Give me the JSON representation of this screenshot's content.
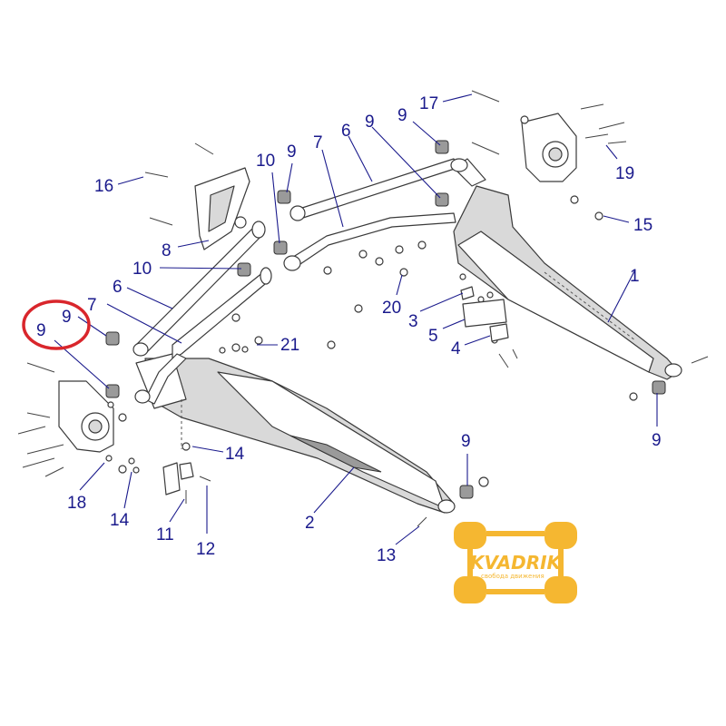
{
  "diagram": {
    "callouts": {
      "c1": "1",
      "c2": "2",
      "c3": "3",
      "c4": "4",
      "c5": "5",
      "c6a": "6",
      "c6b": "6",
      "c7a": "7",
      "c7b": "7",
      "c8": "8",
      "c9a": "9",
      "c9b": "9",
      "c9c": "9",
      "c9d": "9",
      "c9e": "9",
      "c9f": "9",
      "c10a": "10",
      "c10b": "10",
      "c11": "11",
      "c12": "12",
      "c13": "13",
      "c14a": "14",
      "c14b": "14",
      "c15": "15",
      "c16": "16",
      "c17": "17",
      "c18": "18",
      "c19": "19",
      "c20": "20",
      "c21": "21"
    },
    "highlight_color": "#d9262c",
    "callout_color": "#1a1a8c"
  },
  "watermark": {
    "brand": "KVADRIK",
    "tagline": "свобода движения",
    "color": "#f5b731"
  }
}
